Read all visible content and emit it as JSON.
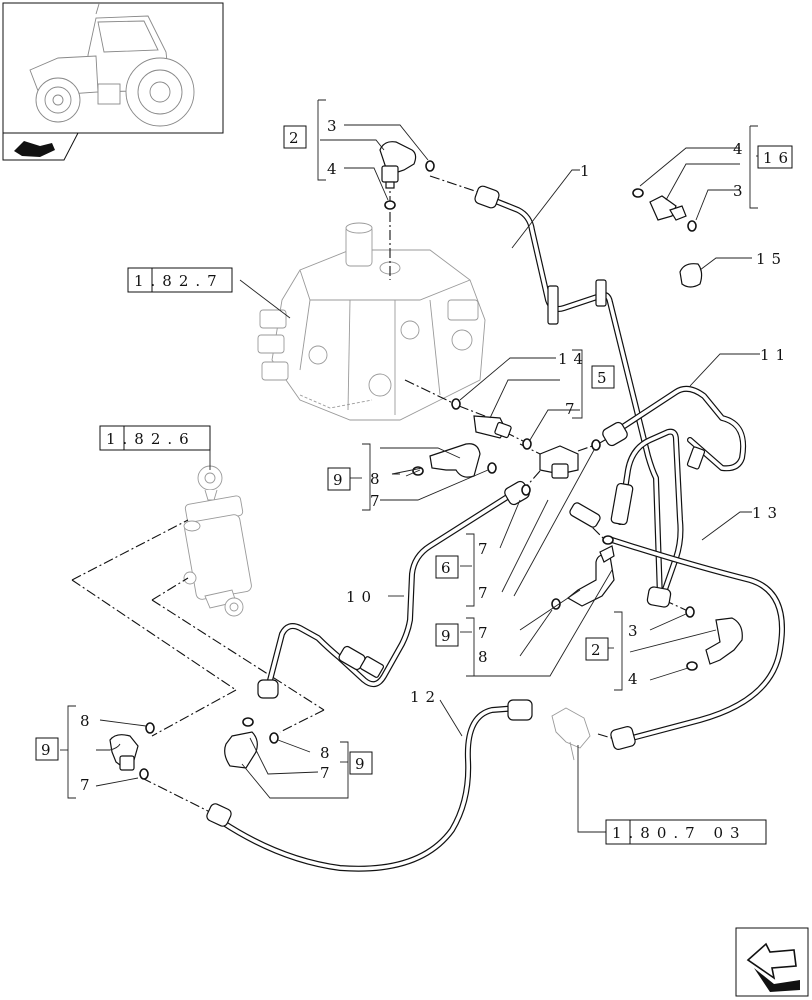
{
  "callouts": {
    "c1": "1",
    "c2_top": "2",
    "c3_top": "3",
    "c4_top": "4",
    "c4_right": "4",
    "c3_right": "3",
    "c16": "16",
    "c15": "15",
    "c14": "14",
    "c5": "5",
    "c7_a": "7",
    "c11": "11",
    "c9_a": "9",
    "c8_a": "8",
    "c7_b": "7",
    "c13": "13",
    "c6": "6",
    "c7_c": "7",
    "c7_d": "7",
    "c10": "10",
    "c9_b": "9",
    "c7_e": "7",
    "c8_b": "8",
    "c2_right": "2",
    "c3_mid": "3",
    "c4_mid": "4",
    "c12": "12",
    "c9_c": "9",
    "c8_c": "8",
    "c7_f": "7",
    "c8_d": "8",
    "c7_g": "7",
    "c9_d": "9"
  },
  "references": {
    "ref_1827": "1.82.7",
    "ref_1826": "1.82.6",
    "ref_18070": "1.80.7 03"
  },
  "icons": {
    "thumbnail": "tractor-thumbnail-icon",
    "section": "book-section-icon",
    "next": "next-page-arrow-icon"
  }
}
